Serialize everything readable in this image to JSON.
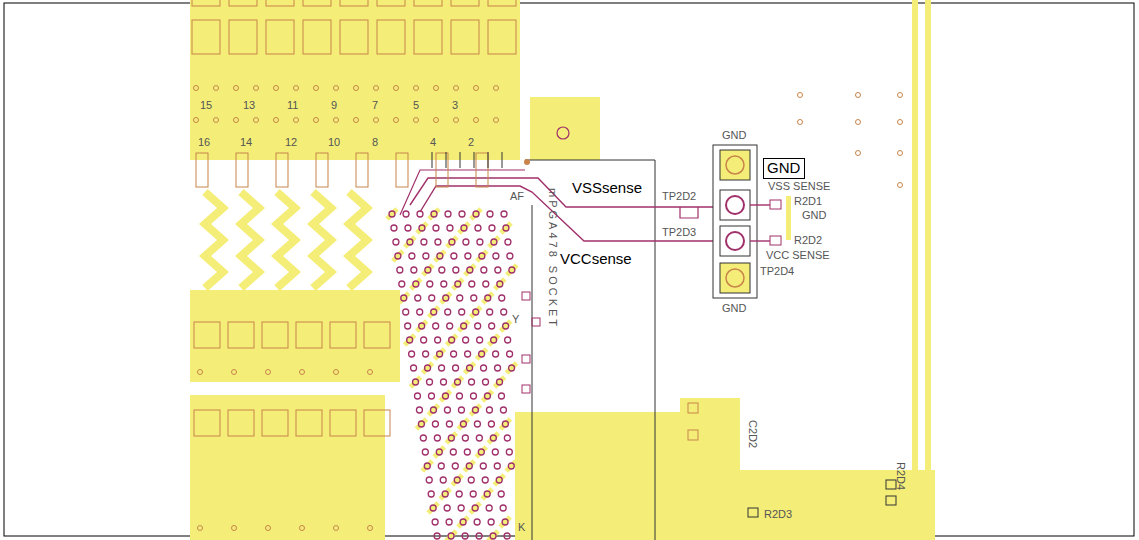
{
  "diagram": {
    "nodes": [
      {
        "text": [
          "GND"
        ]
      }
    ],
    "labels": [
      "15",
      "13",
      "11",
      "9",
      "7",
      "5",
      "3",
      "16",
      "14",
      "12",
      "10",
      "8",
      "4",
      "2",
      "AF",
      "mPGA478 SOCKET",
      "Y",
      "K",
      "VSSsense",
      "VCCsense",
      "GND",
      "TP2D2",
      "VSS SENSE",
      "R2D1",
      "GND",
      "TP2D3",
      "R2D2",
      "VCC SENSE",
      "TP2D4",
      "GND",
      "C2D2",
      "R2D3",
      "R2D4"
    ]
  }
}
